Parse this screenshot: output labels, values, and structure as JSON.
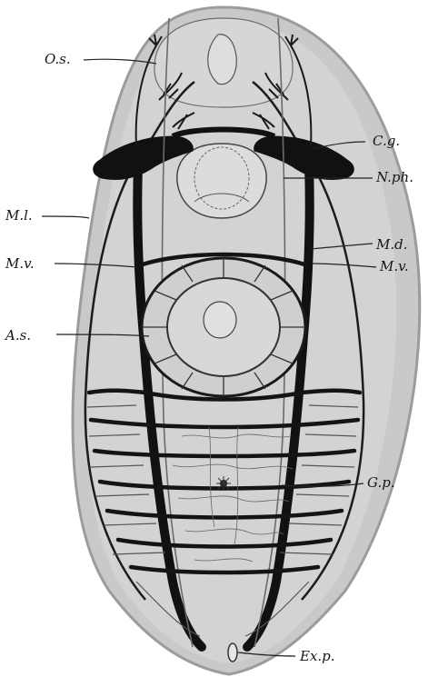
{
  "labels": {
    "os": "O.s.",
    "cg": "C.g.",
    "nph": "N.ph.",
    "ml": "M.l.",
    "md": "M.d.",
    "mv_left": "M.v.",
    "mv_right": "M.v.",
    "as": "A.s.",
    "gp": "G.p.",
    "exp": "Ex.p."
  },
  "colors": {
    "body_fill": "#c9c9c9",
    "body_edge": "#9c9c9c",
    "nerve": "#141414",
    "fine_line": "#555555"
  }
}
